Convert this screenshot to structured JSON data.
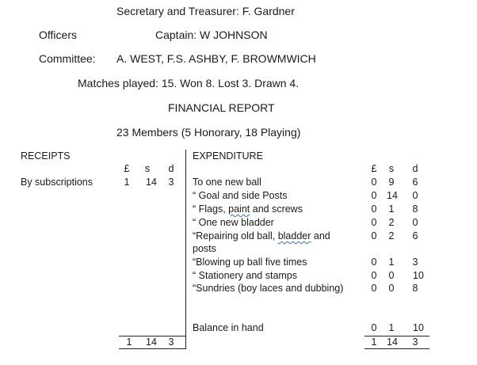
{
  "header": {
    "secretary": "Secretary and Treasurer: F. Gardner",
    "officers_label": "Officers",
    "captain": "Captain: W JOHNSON",
    "committee_label": "Committee:",
    "committee_members": "A. WEST, F.S. ASHBY, F. BROWMWICH",
    "matches": "Matches played: 15. Won 8. Lost 3. Drawn 4.",
    "report_title": "FINANCIAL REPORT",
    "members": "23 Members (5 Honorary, 18 Playing)"
  },
  "receipts": {
    "title": "RECEIPTS",
    "col_pounds": "£",
    "col_shillings": "s",
    "col_pence": "d",
    "items": [
      {
        "desc": "By subscriptions",
        "pounds": "1",
        "shillings": "14",
        "pence": "3"
      }
    ],
    "total": {
      "pounds": "1",
      "shillings": "14",
      "pence": "3"
    }
  },
  "expenditure": {
    "title": "EXPENDITURE",
    "col_pounds": "£",
    "col_shillings": "s",
    "col_pence": "d",
    "items": [
      {
        "desc": "To one new ball",
        "pounds": "0",
        "shillings": "9",
        "pence": "6"
      },
      {
        "desc": "“ Goal and side Posts",
        "pounds": "0",
        "shillings": "14",
        "pence": "0"
      },
      {
        "desc_a": "“ Flags, ",
        "desc_b": "paint",
        "desc_c": " and screws",
        "pounds": "0",
        "shillings": "1",
        "pence": "8"
      },
      {
        "desc": "“ One new bladder",
        "pounds": "0",
        "shillings": "2",
        "pence": "0"
      },
      {
        "desc_a": "“Repairing old ball, ",
        "desc_b": "bladder",
        "desc_c": " and",
        "desc_cont": "posts",
        "pounds": "0",
        "shillings": "2",
        "pence": "6"
      },
      {
        "desc": "“Blowing up ball five times",
        "pounds": "0",
        "shillings": "1",
        "pence": "3"
      },
      {
        "desc": "“ Stationery and stamps",
        "pounds": "0",
        "shillings": "0",
        "pence": "10"
      },
      {
        "desc": "“Sundries (boy laces and dubbing)",
        "pounds": "0",
        "shillings": "0",
        "pence": "8"
      }
    ],
    "balance": {
      "desc": "Balance in hand",
      "pounds": "0",
      "shillings": "1",
      "pence": "10"
    },
    "total": {
      "pounds": "1",
      "shillings": "14",
      "pence": "3"
    }
  }
}
